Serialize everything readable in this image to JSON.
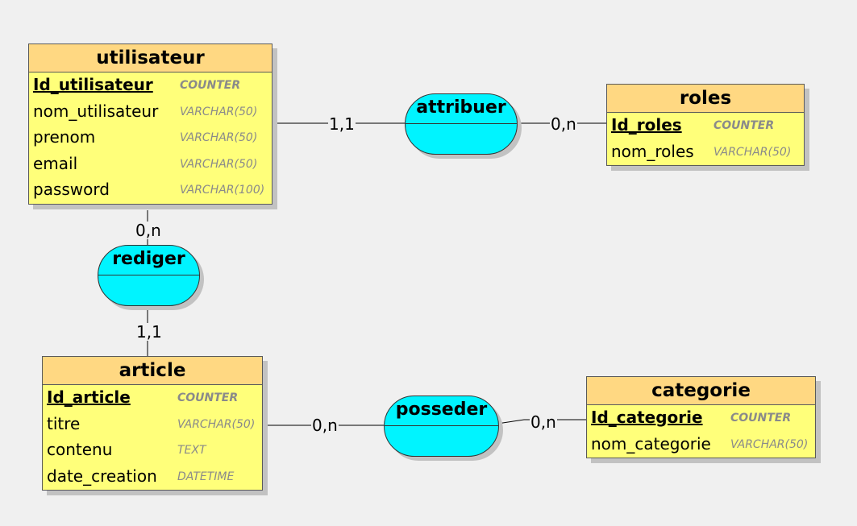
{
  "entities": {
    "utilisateur": {
      "title": "utilisateur",
      "attributes": [
        {
          "name": "Id_utilisateur",
          "type": "COUNTER",
          "key": true
        },
        {
          "name": "nom_utilisateur",
          "type": "VARCHAR(50)",
          "key": false
        },
        {
          "name": "prenom",
          "type": "VARCHAR(50)",
          "key": false
        },
        {
          "name": "email",
          "type": "VARCHAR(50)",
          "key": false
        },
        {
          "name": "password",
          "type": "VARCHAR(100)",
          "key": false
        }
      ]
    },
    "roles": {
      "title": "roles",
      "attributes": [
        {
          "name": "Id_roles",
          "type": "COUNTER",
          "key": true
        },
        {
          "name": "nom_roles",
          "type": "VARCHAR(50)",
          "key": false
        }
      ]
    },
    "article": {
      "title": "article",
      "attributes": [
        {
          "name": "Id_article",
          "type": "COUNTER",
          "key": true
        },
        {
          "name": "titre",
          "type": "VARCHAR(50)",
          "key": false
        },
        {
          "name": "contenu",
          "type": "TEXT",
          "key": false
        },
        {
          "name": "date_creation",
          "type": "DATETIME",
          "key": false
        }
      ]
    },
    "categorie": {
      "title": "categorie",
      "attributes": [
        {
          "name": "Id_categorie",
          "type": "COUNTER",
          "key": true
        },
        {
          "name": "nom_categorie",
          "type": "VARCHAR(50)",
          "key": false
        }
      ]
    }
  },
  "associations": {
    "attribuer": {
      "name": "attribuer"
    },
    "rediger": {
      "name": "rediger"
    },
    "posseder": {
      "name": "posseder"
    }
  },
  "cardinalities": {
    "attribuer_utilisateur": "1,1",
    "attribuer_roles": "0,n",
    "rediger_utilisateur": "0,n",
    "rediger_article": "1,1",
    "posseder_article": "0,n",
    "posseder_categorie": "0,n"
  },
  "colors": {
    "entity_fill": "#ffff7a",
    "entity_header": "#ffd882",
    "association_fill": "#00f4ff",
    "type_text": "#8a8a8a",
    "background": "#f0f0f0"
  }
}
